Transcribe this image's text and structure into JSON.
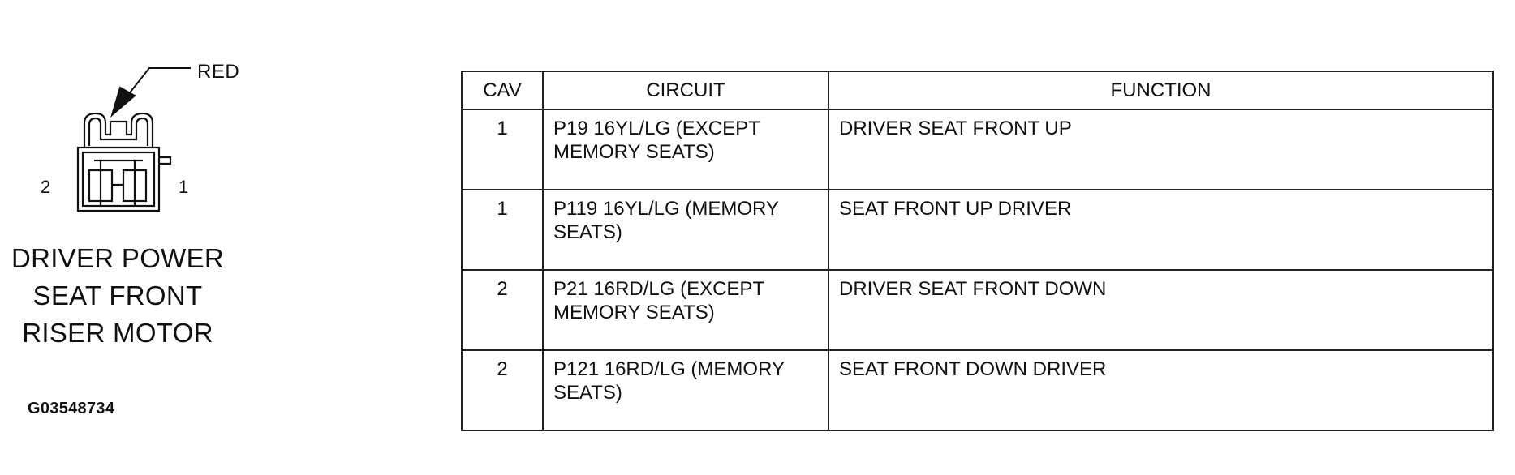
{
  "connector": {
    "color_label": "RED",
    "pin_left_label": "2",
    "pin_right_label": "1",
    "name_lines": [
      "DRIVER POWER",
      "SEAT FRONT",
      "RISER MOTOR"
    ]
  },
  "figure_id": "G03548734",
  "table": {
    "headers": [
      "CAV",
      "CIRCUIT",
      "FUNCTION"
    ],
    "rows": [
      {
        "cav": "1",
        "circuit": "P19 16YL/LG (EXCEPT MEMORY SEATS)",
        "function": "DRIVER SEAT FRONT UP"
      },
      {
        "cav": "1",
        "circuit": "P119 16YL/LG (MEMORY SEATS)",
        "function": "SEAT FRONT UP DRIVER"
      },
      {
        "cav": "2",
        "circuit": "P21 16RD/LG (EXCEPT MEMORY SEATS)",
        "function": "DRIVER SEAT FRONT DOWN"
      },
      {
        "cav": "2",
        "circuit": "P121 16RD/LG (MEMORY SEATS)",
        "function": "SEAT FRONT DOWN DRIVER"
      }
    ]
  }
}
